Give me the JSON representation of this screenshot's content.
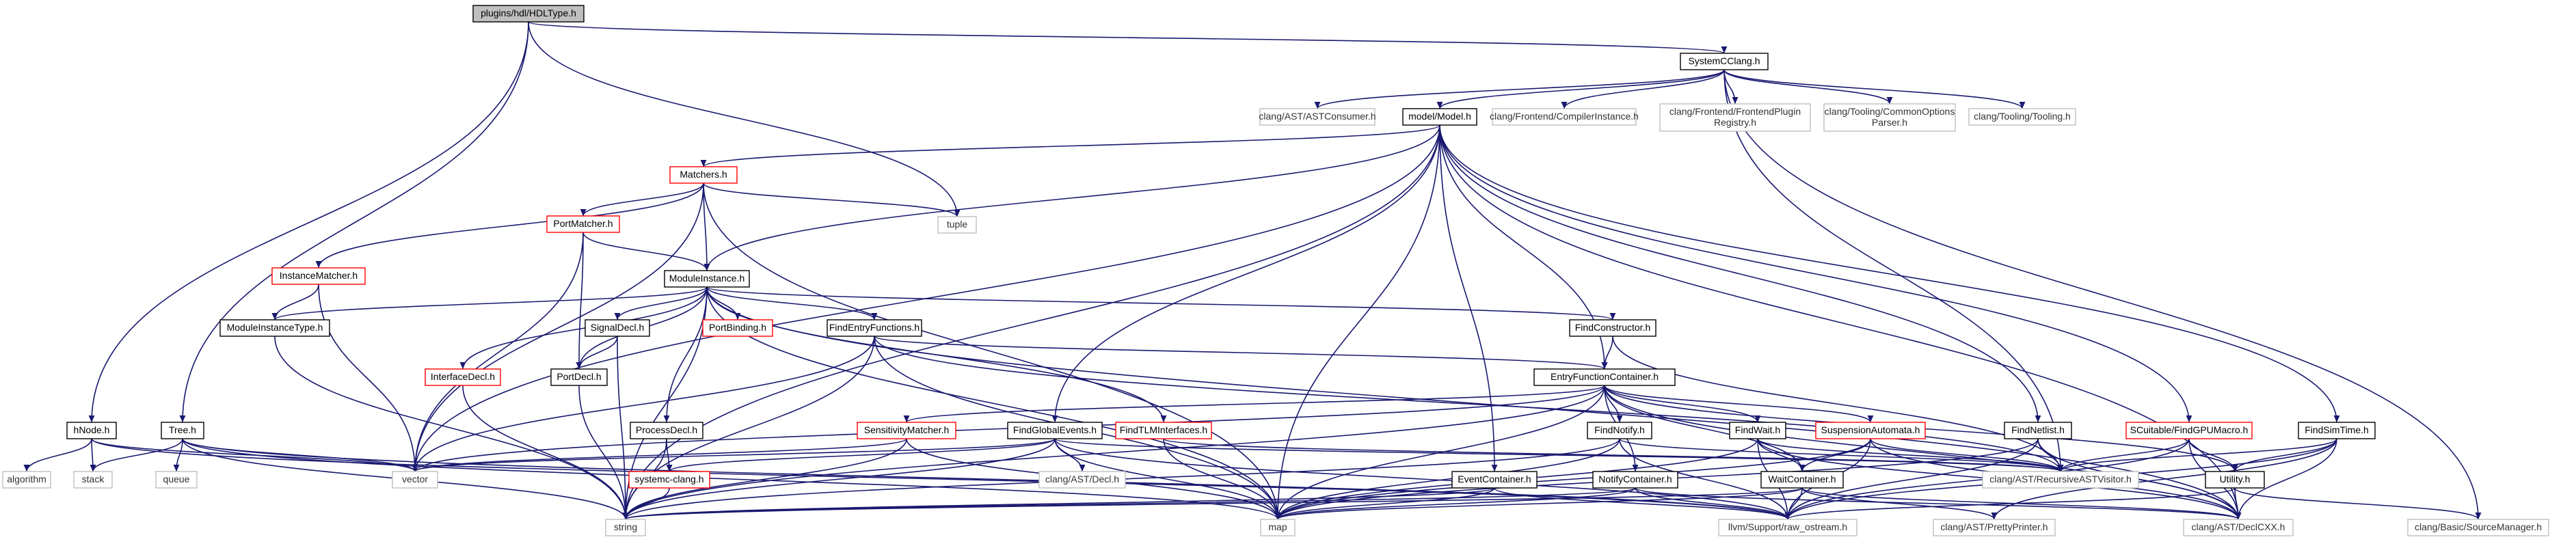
{
  "graph": {
    "nodes": {
      "root": {
        "label": "plugins/hdl/HDLType.h",
        "style": "root"
      },
      "systemcclang": {
        "label": "SystemCClang.h",
        "style": "black"
      },
      "astconsumer": {
        "label": "clang/AST/ASTConsumer.h",
        "style": "grey"
      },
      "model": {
        "label": "model/Model.h",
        "style": "black"
      },
      "compilerinstance": {
        "label": "clang/Frontend/CompilerInstance.h",
        "style": "grey"
      },
      "frontendplugin": {
        "label": [
          "clang/Frontend/FrontendPlugin",
          "Registry.h"
        ],
        "style": "grey"
      },
      "commonoptions": {
        "label": [
          "clang/Tooling/CommonOptions",
          "Parser.h"
        ],
        "style": "grey"
      },
      "tooling": {
        "label": "clang/Tooling/Tooling.h",
        "style": "grey"
      },
      "matchers": {
        "label": "Matchers.h",
        "style": "red"
      },
      "tuple": {
        "label": "tuple",
        "style": "grey"
      },
      "portmatcher": {
        "label": "PortMatcher.h",
        "style": "red"
      },
      "instancematcher": {
        "label": "InstanceMatcher.h",
        "style": "red"
      },
      "moduleinstance": {
        "label": "ModuleInstance.h",
        "style": "black"
      },
      "moduleinstancetype": {
        "label": "ModuleInstanceType.h",
        "style": "black"
      },
      "signaldecl": {
        "label": "SignalDecl.h",
        "style": "black"
      },
      "portbinding": {
        "label": "PortBinding.h",
        "style": "red"
      },
      "findentryfunctions": {
        "label": "FindEntryFunctions.h",
        "style": "black"
      },
      "findconstructor": {
        "label": "FindConstructor.h",
        "style": "black"
      },
      "portdecl": {
        "label": "PortDecl.h",
        "style": "black"
      },
      "interfacedecl": {
        "label": "InterfaceDecl.h",
        "style": "red"
      },
      "entryfunctioncontainer": {
        "label": "EntryFunctionContainer.h",
        "style": "black"
      },
      "hnode": {
        "label": "hNode.h",
        "style": "black"
      },
      "tree": {
        "label": "Tree.h",
        "style": "black"
      },
      "processdecl": {
        "label": "ProcessDecl.h",
        "style": "black"
      },
      "sensitivitymatcher": {
        "label": "SensitivityMatcher.h",
        "style": "red"
      },
      "findglobalevents": {
        "label": "FindGlobalEvents.h",
        "style": "black"
      },
      "findtlminterfaces": {
        "label": "FindTLMInterfaces.h",
        "style": "red"
      },
      "findnotify": {
        "label": "FindNotify.h",
        "style": "black"
      },
      "findwait": {
        "label": "FindWait.h",
        "style": "black"
      },
      "suspensionautomata": {
        "label": "SuspensionAutomata.h",
        "style": "red"
      },
      "findnetlist": {
        "label": "FindNetlist.h",
        "style": "black"
      },
      "scuitable": {
        "label": "SCuitable/FindGPUMacro.h",
        "style": "red"
      },
      "findsimtime": {
        "label": "FindSimTime.h",
        "style": "black"
      },
      "algorithm": {
        "label": "algorithm",
        "style": "grey"
      },
      "stack": {
        "label": "stack",
        "style": "grey"
      },
      "queue": {
        "label": "queue",
        "style": "grey"
      },
      "vector": {
        "label": "vector",
        "style": "grey"
      },
      "systemcclang2": {
        "label": "systemc-clang.h",
        "style": "red"
      },
      "astdecl": {
        "label": "clang/AST/Decl.h",
        "style": "grey"
      },
      "recursiveastvisitor": {
        "label": "clang/AST/RecursiveASTVisitor.h",
        "style": "grey"
      },
      "waitcontainer": {
        "label": "WaitContainer.h",
        "style": "black"
      },
      "utility": {
        "label": "Utility.h",
        "style": "black"
      },
      "eventcontainer": {
        "label": "EventContainer.h",
        "style": "black"
      },
      "notifycontainer": {
        "label": "NotifyContainer.h",
        "style": "black"
      },
      "string": {
        "label": "string",
        "style": "grey"
      },
      "map": {
        "label": "map",
        "style": "grey"
      },
      "rawostream": {
        "label": "llvm/Support/raw_ostream.h",
        "style": "grey"
      },
      "prettyprinter": {
        "label": "clang/AST/PrettyPrinter.h",
        "style": "grey"
      },
      "declcxx": {
        "label": "clang/AST/DeclCXX.h",
        "style": "grey"
      },
      "sourcemanager": {
        "label": "clang/Basic/SourceManager.h",
        "style": "grey"
      }
    },
    "edges": [
      [
        "root",
        "systemcclang"
      ],
      [
        "root",
        "hnode"
      ],
      [
        "root",
        "tree"
      ],
      [
        "root",
        "tuple"
      ],
      [
        "systemcclang",
        "astconsumer"
      ],
      [
        "systemcclang",
        "model"
      ],
      [
        "systemcclang",
        "compilerinstance"
      ],
      [
        "systemcclang",
        "frontendplugin"
      ],
      [
        "systemcclang",
        "commonoptions"
      ],
      [
        "systemcclang",
        "tooling"
      ],
      [
        "systemcclang",
        "recursiveastvisitor"
      ],
      [
        "systemcclang",
        "sourcemanager"
      ],
      [
        "model",
        "matchers"
      ],
      [
        "model",
        "moduleinstance"
      ],
      [
        "model",
        "vector"
      ],
      [
        "model",
        "string"
      ],
      [
        "model",
        "map"
      ],
      [
        "model",
        "findglobalevents"
      ],
      [
        "model",
        "eventcontainer"
      ],
      [
        "model",
        "entryfunctioncontainer"
      ],
      [
        "model",
        "findnetlist"
      ],
      [
        "model",
        "scuitable"
      ],
      [
        "model",
        "findsimtime"
      ],
      [
        "model",
        "declcxx"
      ],
      [
        "matchers",
        "tuple"
      ],
      [
        "matchers",
        "portmatcher"
      ],
      [
        "matchers",
        "instancematcher"
      ],
      [
        "matchers",
        "moduleinstance"
      ],
      [
        "matchers",
        "vector"
      ],
      [
        "matchers",
        "map"
      ],
      [
        "portmatcher",
        "moduleinstance"
      ],
      [
        "portmatcher",
        "portdecl"
      ],
      [
        "portmatcher",
        "vector"
      ],
      [
        "instancematcher",
        "moduleinstancetype"
      ],
      [
        "instancematcher",
        "vector"
      ],
      [
        "moduleinstance",
        "moduleinstancetype"
      ],
      [
        "moduleinstance",
        "signaldecl"
      ],
      [
        "moduleinstance",
        "portbinding"
      ],
      [
        "moduleinstance",
        "findentryfunctions"
      ],
      [
        "moduleinstance",
        "findconstructor"
      ],
      [
        "moduleinstance",
        "portdecl"
      ],
      [
        "moduleinstance",
        "interfacedecl"
      ],
      [
        "moduleinstance",
        "processdecl"
      ],
      [
        "moduleinstance",
        "findtlminterfaces"
      ],
      [
        "moduleinstance",
        "string"
      ],
      [
        "moduleinstance",
        "map"
      ],
      [
        "moduleinstance",
        "declcxx"
      ],
      [
        "moduleinstancetype",
        "string"
      ],
      [
        "signaldecl",
        "portdecl"
      ],
      [
        "signaldecl",
        "string"
      ],
      [
        "portdecl",
        "string"
      ],
      [
        "interfacedecl",
        "string"
      ],
      [
        "findentryfunctions",
        "entryfunctioncontainer"
      ],
      [
        "findentryfunctions",
        "recursiveastvisitor"
      ],
      [
        "findentryfunctions",
        "vector"
      ],
      [
        "findentryfunctions",
        "string"
      ],
      [
        "findentryfunctions",
        "map"
      ],
      [
        "findconstructor",
        "entryfunctioncontainer"
      ],
      [
        "findconstructor",
        "recursiveastvisitor"
      ],
      [
        "entryfunctioncontainer",
        "sensitivitymatcher"
      ],
      [
        "entryfunctioncontainer",
        "findnotify"
      ],
      [
        "entryfunctioncontainer",
        "findwait"
      ],
      [
        "entryfunctioncontainer",
        "suspensionautomata"
      ],
      [
        "entryfunctioncontainer",
        "waitcontainer"
      ],
      [
        "entryfunctioncontainer",
        "notifycontainer"
      ],
      [
        "entryfunctioncontainer",
        "vector"
      ],
      [
        "entryfunctioncontainer",
        "string"
      ],
      [
        "entryfunctioncontainer",
        "map"
      ],
      [
        "entryfunctioncontainer",
        "utility"
      ],
      [
        "entryfunctioncontainer",
        "declcxx"
      ],
      [
        "hnode",
        "algorithm"
      ],
      [
        "hnode",
        "stack"
      ],
      [
        "hnode",
        "vector"
      ],
      [
        "hnode",
        "rawostream"
      ],
      [
        "tree",
        "stack"
      ],
      [
        "tree",
        "queue"
      ],
      [
        "tree",
        "vector"
      ],
      [
        "tree",
        "string"
      ],
      [
        "tree",
        "map"
      ],
      [
        "tree",
        "rawostream"
      ],
      [
        "processdecl",
        "systemcclang2"
      ],
      [
        "processdecl",
        "string"
      ],
      [
        "sensitivitymatcher",
        "vector"
      ],
      [
        "sensitivitymatcher",
        "map"
      ],
      [
        "findglobalevents",
        "systemcclang2"
      ],
      [
        "findglobalevents",
        "astdecl"
      ],
      [
        "findglobalevents",
        "recursiveastvisitor"
      ],
      [
        "findglobalevents",
        "vector"
      ],
      [
        "findglobalevents",
        "string"
      ],
      [
        "findglobalevents",
        "map"
      ],
      [
        "findglobalevents",
        "rawostream"
      ],
      [
        "findtlminterfaces",
        "recursiveastvisitor"
      ],
      [
        "findtlminterfaces",
        "map"
      ],
      [
        "findnotify",
        "recursiveastvisitor"
      ],
      [
        "findnotify",
        "map"
      ],
      [
        "findnotify",
        "rawostream"
      ],
      [
        "findnotify",
        "string"
      ],
      [
        "findwait",
        "waitcontainer"
      ],
      [
        "findwait",
        "recursiveastvisitor"
      ],
      [
        "findwait",
        "map"
      ],
      [
        "findwait",
        "rawostream"
      ],
      [
        "findwait",
        "declcxx"
      ],
      [
        "suspensionautomata",
        "waitcontainer"
      ],
      [
        "suspensionautomata",
        "recursiveastvisitor"
      ],
      [
        "suspensionautomata",
        "map"
      ],
      [
        "suspensionautomata",
        "rawostream"
      ],
      [
        "suspensionautomata",
        "declcxx"
      ],
      [
        "findnetlist",
        "recursiveastvisitor"
      ],
      [
        "findnetlist",
        "map"
      ],
      [
        "findnetlist",
        "rawostream"
      ],
      [
        "findnetlist",
        "declcxx"
      ],
      [
        "scuitable",
        "recursiveastvisitor"
      ],
      [
        "scuitable",
        "utility"
      ],
      [
        "scuitable",
        "rawostream"
      ],
      [
        "scuitable",
        "declcxx"
      ],
      [
        "findsimtime",
        "utility"
      ],
      [
        "findsimtime",
        "recursiveastvisitor"
      ],
      [
        "findsimtime",
        "rawostream"
      ],
      [
        "findsimtime",
        "declcxx"
      ],
      [
        "findsimtime",
        "prettyprinter"
      ],
      [
        "systemcclang2",
        "string"
      ],
      [
        "waitcontainer",
        "string"
      ],
      [
        "waitcontainer",
        "map"
      ],
      [
        "waitcontainer",
        "rawostream"
      ],
      [
        "waitcontainer",
        "prettyprinter"
      ],
      [
        "waitcontainer",
        "declcxx"
      ],
      [
        "utility",
        "rawostream"
      ],
      [
        "utility",
        "declcxx"
      ],
      [
        "utility",
        "sourcemanager"
      ],
      [
        "eventcontainer",
        "string"
      ],
      [
        "eventcontainer",
        "map"
      ],
      [
        "eventcontainer",
        "rawostream"
      ],
      [
        "notifycontainer",
        "string"
      ],
      [
        "notifycontainer",
        "map"
      ],
      [
        "notifycontainer",
        "rawostream"
      ],
      [
        "notifycontainer",
        "declcxx"
      ],
      [
        "sensitivitymatcher",
        "string"
      ]
    ]
  },
  "colors": {
    "edge": "#191970",
    "root_fill": "#bfbfbf",
    "node_border": "#000000",
    "red_border": "#ff0000",
    "grey_border": "#bfbfbf",
    "grey_text": "#333333",
    "background": "#ffffff"
  }
}
